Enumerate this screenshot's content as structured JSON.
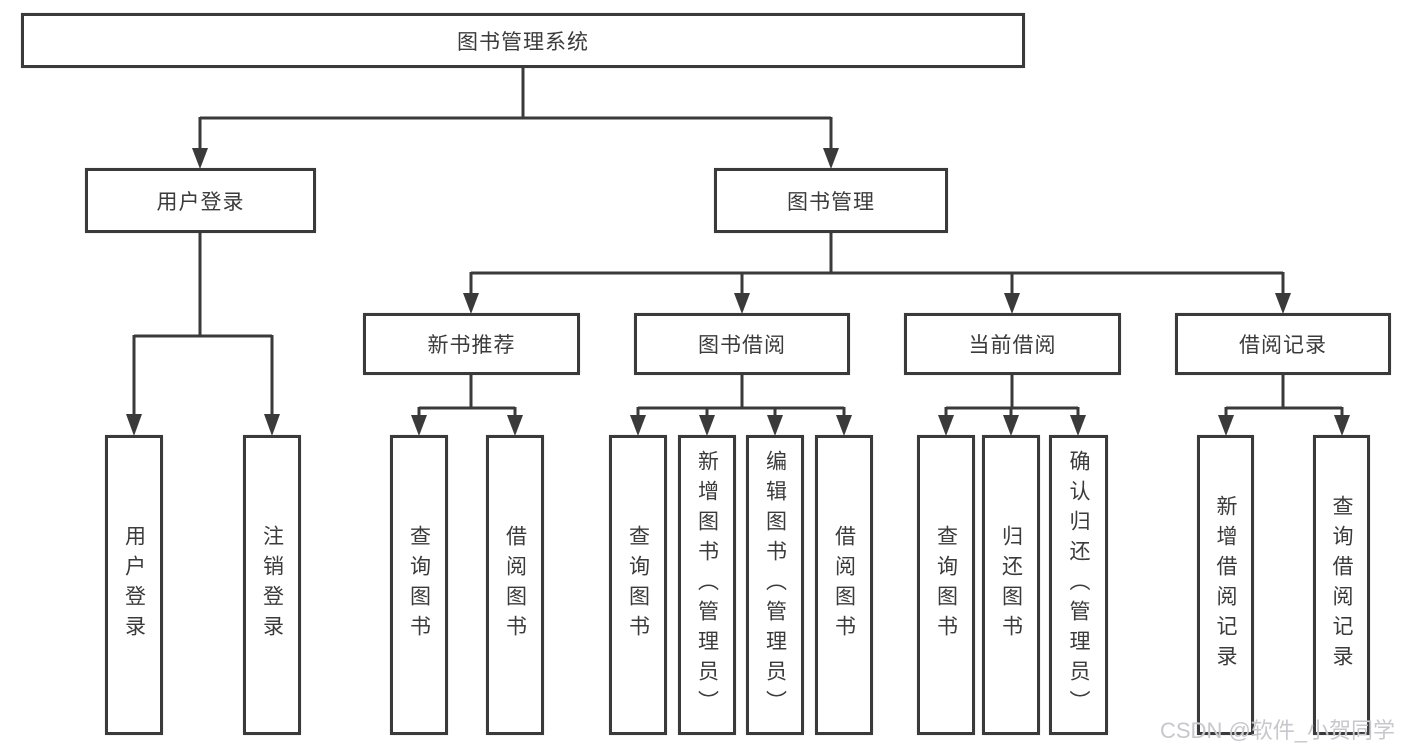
{
  "diagram_title": "图书管理系统",
  "tree": {
    "root": {
      "label": "图书管理系统"
    },
    "branches": [
      {
        "id": "user-login",
        "label": "用户登录",
        "leaves": [
          {
            "label": "用户登录"
          },
          {
            "label": "注销登录"
          }
        ]
      },
      {
        "id": "book-management",
        "label": "图书管理",
        "groups": [
          {
            "label": "新书推荐",
            "leaves": [
              {
                "label": "查询图书"
              },
              {
                "label": "借阅图书"
              }
            ]
          },
          {
            "label": "图书借阅",
            "leaves": [
              {
                "label": "查询图书"
              },
              {
                "label": "新增图书（管理员）"
              },
              {
                "label": "编辑图书（管理员）"
              },
              {
                "label": "借阅图书"
              }
            ]
          },
          {
            "label": "当前借阅",
            "leaves": [
              {
                "label": "查询图书"
              },
              {
                "label": "归还图书"
              },
              {
                "label": "确认归还（管理员）"
              }
            ]
          },
          {
            "label": "借阅记录",
            "leaves": [
              {
                "label": "新增借阅记录"
              },
              {
                "label": "查询借阅记录"
              }
            ]
          }
        ]
      }
    ]
  },
  "watermark": {
    "text": "CSDN @软件_小贺同学",
    "color": "#c7c7cd"
  },
  "colors": {
    "line": "#3a3a3a",
    "box_border": "#3a3a3a",
    "text": "#3b3b3b",
    "background": "#ffffff"
  }
}
